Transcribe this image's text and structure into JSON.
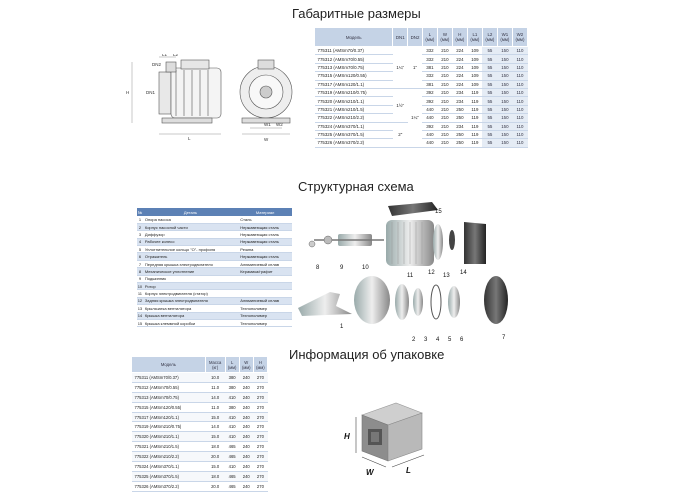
{
  "sections": {
    "dimensions": "Габаритные размеры",
    "structure": "Структурная схема",
    "packaging": "Информация об упаковке"
  },
  "dims": {
    "headers": [
      "Модель",
      "DN1",
      "DN2",
      "L\n(мм)",
      "W\n(мм)",
      "H\n(мм)",
      "L1\n(мм)",
      "L2\n(мм)",
      "W1\n(мм)",
      "W2\n(мм)"
    ],
    "rows": [
      [
        "775311 (AMSm70/0.37)",
        "332",
        "210",
        "224",
        "109",
        "55",
        "150",
        "110"
      ],
      [
        "775312 (AMSm70/0.55)",
        "332",
        "210",
        "224",
        "109",
        "55",
        "150",
        "110"
      ],
      [
        "775313 (AMSm70/0.75)",
        "381",
        "210",
        "224",
        "109",
        "55",
        "150",
        "110"
      ],
      [
        "775315 (AMSm120/0.55)",
        "332",
        "210",
        "224",
        "109",
        "55",
        "150",
        "110"
      ],
      [
        "775317 (AMSm120/1.1)",
        "381",
        "210",
        "224",
        "109",
        "55",
        "150",
        "110"
      ],
      [
        "775319 (AMSm210/0.75)",
        "392",
        "210",
        "234",
        "119",
        "55",
        "150",
        "110"
      ],
      [
        "775320 (AMSm210/1.1)",
        "392",
        "210",
        "234",
        "119",
        "55",
        "150",
        "110"
      ],
      [
        "775321 (AMSm210/1.5)",
        "440",
        "210",
        "250",
        "119",
        "55",
        "150",
        "110"
      ],
      [
        "775322 (AMSm210/2.2)",
        "440",
        "210",
        "250",
        "119",
        "55",
        "150",
        "110"
      ],
      [
        "775324 (AMSm370/1.1)",
        "392",
        "210",
        "234",
        "119",
        "55",
        "150",
        "110"
      ],
      [
        "775325 (AMSm370/1.5)",
        "440",
        "210",
        "250",
        "119",
        "55",
        "150",
        "110"
      ],
      [
        "775326 (AMSm370/2.2)",
        "440",
        "210",
        "250",
        "119",
        "55",
        "150",
        "110"
      ]
    ],
    "dn1": [
      "1¼\"",
      "1½\"",
      "2\""
    ],
    "dn2": [
      "1\"",
      "1¼\""
    ]
  },
  "parts": {
    "headers": [
      "№",
      "Деталь",
      "Материал"
    ],
    "rows": [
      [
        "1",
        "Опора насоса",
        "Сталь"
      ],
      [
        "2",
        "Корпус насосной части",
        "Нержавеющая сталь"
      ],
      [
        "3",
        "Диффузор",
        "Нержавеющая сталь"
      ],
      [
        "4",
        "Рабочее колесо",
        "Нержавеющая сталь"
      ],
      [
        "5",
        "Уплотнительное кольцо \"О\"- профиля",
        "Резина"
      ],
      [
        "6",
        "Отражатель",
        "Нержавеющая сталь"
      ],
      [
        "7",
        "Передняя крышка электродвигателя",
        "Алюминиевый сплав"
      ],
      [
        "8",
        "Механическое уплотнение",
        "Керамика/графит"
      ],
      [
        "9",
        "Подшипник",
        ""
      ],
      [
        "10",
        "Ротор",
        ""
      ],
      [
        "11",
        "Корпус электродвигателя (статор)",
        ""
      ],
      [
        "12",
        "Задняя крышка электродвигателя",
        "Алюминиевый сплав"
      ],
      [
        "13",
        "Крыльчатка вентилятора",
        "Технополимер"
      ],
      [
        "14",
        "Крышка вентилятора",
        "Технополимер"
      ],
      [
        "15",
        "Крышка клеммной коробки",
        "Технополимер"
      ]
    ]
  },
  "pack": {
    "headers": [
      "Модель",
      "Масса\n(кг)",
      "L\n(мм)",
      "W\n(мм)",
      "H\n(мм)"
    ],
    "rows": [
      [
        "775311 (AMSm70/0.37)",
        "10.0",
        "380",
        "240",
        "270"
      ],
      [
        "775312 (AMSm70/0.55)",
        "11.0",
        "380",
        "240",
        "270"
      ],
      [
        "775313 (AMSm70/0.75)",
        "14.0",
        "410",
        "240",
        "270"
      ],
      [
        "775315 (AMSm120/0.55)",
        "11.0",
        "380",
        "240",
        "270"
      ],
      [
        "775317 (AMSm120/1.1)",
        "15.0",
        "410",
        "240",
        "270"
      ],
      [
        "775319 (AMSm210/0.75)",
        "14.0",
        "410",
        "240",
        "270"
      ],
      [
        "775320 (AMSm210/1.1)",
        "15.0",
        "410",
        "240",
        "270"
      ],
      [
        "775321 (AMSm210/1.5)",
        "18.0",
        "465",
        "240",
        "270"
      ],
      [
        "775322 (AMSm210/2.2)",
        "20.0",
        "465",
        "240",
        "270"
      ],
      [
        "775324 (AMSm370/1.1)",
        "15.0",
        "410",
        "240",
        "270"
      ],
      [
        "775325 (AMSm370/1.5)",
        "18.0",
        "465",
        "240",
        "270"
      ],
      [
        "775326 (AMSm370/2.2)",
        "20.0",
        "465",
        "240",
        "270"
      ]
    ]
  },
  "diagram_labels": {
    "callouts": [
      "1",
      "2",
      "3",
      "4",
      "5",
      "6",
      "7",
      "8",
      "9",
      "10",
      "11",
      "12",
      "13",
      "14",
      "15"
    ],
    "dims": {
      "L": "L",
      "L1": "L1",
      "L2": "L2",
      "H": "H",
      "DN1": "DN1",
      "DN2": "DN2",
      "W": "W",
      "W1": "W1",
      "W2": "W2"
    },
    "box": {
      "H": "H",
      "W": "W",
      "L": "L"
    }
  }
}
